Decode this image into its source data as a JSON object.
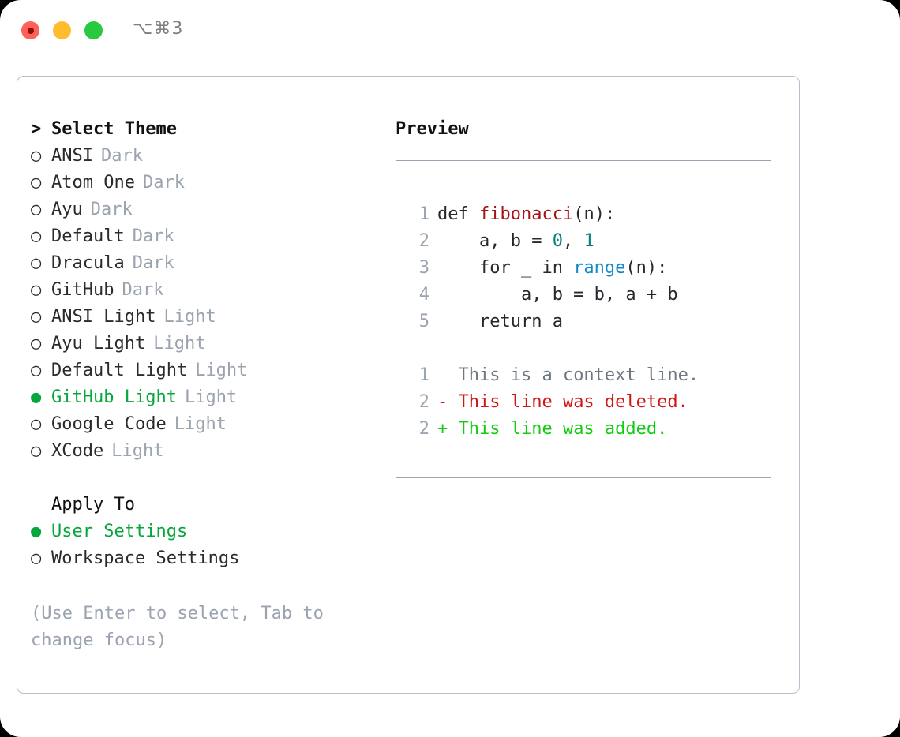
{
  "titlebar": {
    "shortcut": "⌥⌘3",
    "lights": {
      "close": "close-traffic-light",
      "minimize": "minimize-traffic-light",
      "maximize": "maximize-traffic-light"
    }
  },
  "theme_picker": {
    "header_caret": ">",
    "header_label": "Select Theme",
    "bullet_empty": "○",
    "bullet_filled": "●",
    "items": [
      {
        "name": "ANSI",
        "category": "Dark",
        "selected": false
      },
      {
        "name": "Atom One",
        "category": "Dark",
        "selected": false
      },
      {
        "name": "Ayu",
        "category": "Dark",
        "selected": false
      },
      {
        "name": "Default",
        "category": "Dark",
        "selected": false
      },
      {
        "name": "Dracula",
        "category": "Dark",
        "selected": false
      },
      {
        "name": "GitHub",
        "category": "Dark",
        "selected": false
      },
      {
        "name": "ANSI Light",
        "category": "Light",
        "selected": false
      },
      {
        "name": "Ayu Light",
        "category": "Light",
        "selected": false
      },
      {
        "name": "Default Light",
        "category": "Light",
        "selected": false
      },
      {
        "name": "GitHub Light",
        "category": "Light",
        "selected": true
      },
      {
        "name": "Google Code",
        "category": "Light",
        "selected": false
      },
      {
        "name": "XCode",
        "category": "Light",
        "selected": false
      }
    ]
  },
  "apply_to": {
    "title": "Apply To",
    "options": [
      {
        "label": "User Settings",
        "selected": true
      },
      {
        "label": "Workspace Settings",
        "selected": false
      }
    ]
  },
  "hint": "(Use Enter to select, Tab to change focus)",
  "preview": {
    "title": "Preview",
    "code_lines": [
      {
        "no": "1",
        "tokens": [
          {
            "t": "def ",
            "c": "plain"
          },
          {
            "t": "fibonacci",
            "c": "func"
          },
          {
            "t": "(n):",
            "c": "plain"
          }
        ]
      },
      {
        "no": "2",
        "tokens": [
          {
            "t": "    a, b = ",
            "c": "plain"
          },
          {
            "t": "0",
            "c": "num"
          },
          {
            "t": ", ",
            "c": "plain"
          },
          {
            "t": "1",
            "c": "num"
          }
        ]
      },
      {
        "no": "3",
        "tokens": [
          {
            "t": "    for _ in ",
            "c": "plain"
          },
          {
            "t": "range",
            "c": "builtin"
          },
          {
            "t": "(n):",
            "c": "plain"
          }
        ]
      },
      {
        "no": "4",
        "tokens": [
          {
            "t": "        a, b = b, a + b",
            "c": "plain"
          }
        ]
      },
      {
        "no": "5",
        "tokens": [
          {
            "t": "    return a",
            "c": "plain"
          }
        ]
      }
    ],
    "diff_lines": [
      {
        "no": "1",
        "marker": " ",
        "text": "This is a context line.",
        "kind": "context"
      },
      {
        "no": "2",
        "marker": "-",
        "text": "This line was deleted.",
        "kind": "del"
      },
      {
        "no": "2",
        "marker": "+",
        "text": "This line was added.",
        "kind": "add"
      }
    ]
  },
  "colors": {
    "accent_green": "#06a73a",
    "diff_add": "#11cc11",
    "diff_del": "#cf1414",
    "func_red": "#a31515",
    "number_teal": "#0b8080",
    "builtin_blue": "#1189c6",
    "muted_gray": "#9ba3b0",
    "panel_border": "#b6bfcc",
    "code_border": "#9aa5b1"
  }
}
